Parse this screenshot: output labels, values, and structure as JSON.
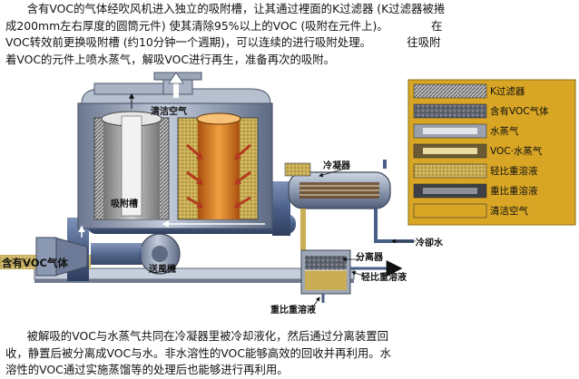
{
  "intro_text": "      含有VOC的气体经吹风机进入独立的吸附槽，让其通过裡面的K过滤器 (K过滤器被捲\n成200mm左右厚度的圆筒元件) 使其清除95%以上的VOC (吸附在元件上)。            在\nVOC转效前更换吸附槽 (约10分钟一个週期)，可以连续的进行吸附处理。          往吸附\n着VOC的元件上喷水蒸气，解吸VOC进行再生，准备再次的吸附。",
  "outro_text": "      被解吸的VOC与水蒸气共同在冷凝器里被冷却液化，然后通过分离装置回\n收，静置后被分离成VOC与水。非水溶性的VOC能够高效的回收并再利用。水\n溶性的VOC通过实施蒸馏等的处理后也能够进行再利用。",
  "diagram": {
    "labels": {
      "clean_air": "清洁空气",
      "adsorption_tank": "吸附槽",
      "blower": "送風機",
      "inlet": "含有VOC气体",
      "condenser": "冷凝器",
      "cooling_water": "冷卻水",
      "separator": "分离器",
      "light_liquid": "轻比重溶液",
      "heavy_liquid": "重比重溶液"
    },
    "legend": [
      {
        "label": "K过滤器",
        "swatch": "k-filter"
      },
      {
        "label": "含有VOC气体",
        "swatch": "voc-gas"
      },
      {
        "label": "水蒸气",
        "swatch": "steam"
      },
      {
        "label": "VOC·水蒸气",
        "swatch": "voc-steam"
      },
      {
        "label": "轻比重溶液",
        "swatch": "light"
      },
      {
        "label": "重比重溶液",
        "swatch": "heavy"
      },
      {
        "label": "清洁空气",
        "swatch": "clean"
      }
    ]
  },
  "colors": {
    "steel": "#8a97ad",
    "pipe_blue": "#4a5f86",
    "legend_bg": "#d8a624",
    "voc_yellow": "#d4b85a",
    "filter_orange": "#e07a1d",
    "arrow_red": "#b23a1e"
  }
}
